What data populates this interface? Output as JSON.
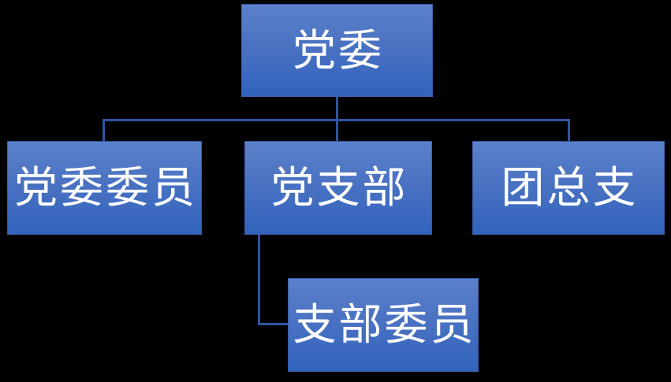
{
  "diagram": {
    "type": "org-chart",
    "background_color": "#000000",
    "node_fill_top": "#5c81cb",
    "node_fill_bottom": "#3163bd",
    "node_text_color": "#ffffff",
    "connector_color": "#2e55a3",
    "nodes": [
      {
        "id": "root",
        "label": "党委",
        "parent": null
      },
      {
        "id": "left",
        "label": "党委委员",
        "parent": "党委"
      },
      {
        "id": "mid",
        "label": "党支部",
        "parent": "党委"
      },
      {
        "id": "right",
        "label": "团总支",
        "parent": "党委"
      },
      {
        "id": "bottom",
        "label": "支部委员",
        "parent": "党支部"
      }
    ]
  }
}
